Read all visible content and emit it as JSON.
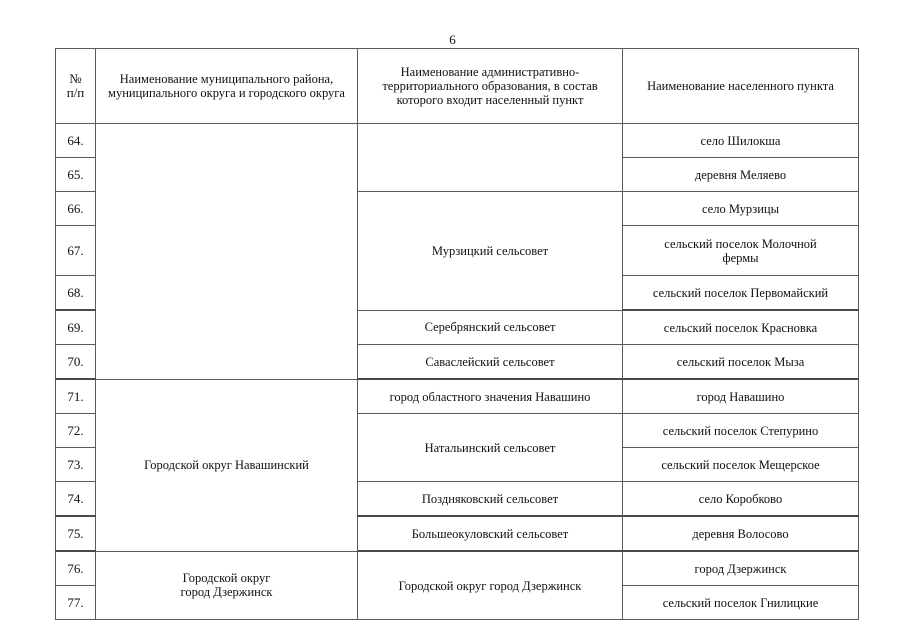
{
  "page": {
    "number": "6"
  },
  "table": {
    "headers": [
      "№\nп/п",
      "Наименование муниципального района, муниципального округа и городского округа",
      "Наименование административно-территориального образования, в состав которого входит населенный пункт",
      "Наименование населенного пункта"
    ],
    "header_num_line1": "№",
    "header_num_line2": "п/п",
    "header_district": "Наименование муниципального района, муниципального округа и городского округа",
    "header_admin": "Наименование административно-территориального образования, в состав которого входит населенный пункт",
    "header_settlement": "Наименование населенного пункта",
    "rows": [
      {
        "num": "64.",
        "district": "",
        "admin": "",
        "settlement": "село Шилокша"
      },
      {
        "num": "65.",
        "district": "",
        "admin": "",
        "settlement": "деревня Меляево"
      },
      {
        "num": "66.",
        "district": "",
        "admin": "Мурзицкий сельсовет",
        "settlement": "село Мурзицы"
      },
      {
        "num": "67.",
        "district": "",
        "admin": "",
        "settlement": "сельский поселок Молочной фермы"
      },
      {
        "num": "68.",
        "district": "",
        "admin": "",
        "settlement": "сельский поселок Первомайский"
      },
      {
        "num": "69.",
        "district": "",
        "admin": "Серебрянский сельсовет",
        "settlement": "сельский поселок Красновка"
      },
      {
        "num": "70.",
        "district": "",
        "admin": "Саваслейский сельсовет",
        "settlement": "сельский поселок Мыза"
      },
      {
        "num": "71.",
        "district": "Городской округ Навашинский",
        "admin": "город областного значения Навашино",
        "settlement": "город Навашино"
      },
      {
        "num": "72.",
        "district": "",
        "admin": "Натальинский сельсовет",
        "settlement": "сельский поселок Степурино"
      },
      {
        "num": "73.",
        "district": "",
        "admin": "",
        "settlement": "сельский поселок Мещерское"
      },
      {
        "num": "74.",
        "district": "",
        "admin": "Поздняковский сельсовет",
        "settlement": "село Коробково"
      },
      {
        "num": "75.",
        "district": "",
        "admin": "Большеокуловский сельсовет",
        "settlement": "деревня Волосово"
      },
      {
        "num": "76.",
        "district": "Городской округ город Дзержинск",
        "admin": "Городской округ город Дзержинск",
        "settlement": "город Дзержинск"
      },
      {
        "num": "77.",
        "district": "",
        "admin": "",
        "settlement": "сельский поселок Гнилицкие"
      }
    ],
    "group_cells": {
      "murzicky_selsovet": "Мурзицкий сельсовет",
      "serebryansky_selsovet": "Серебрянский сельсовет",
      "savasleysky_selsovet": "Саваслейский сельсовет",
      "navashinsky_okrug": "Городской округ Навашинский",
      "navashino_city_admin": "город областного значения Навашино",
      "natalinsky_selsovet": "Натальинский сельсовет",
      "pozdnyakovsky_selsovet": "Поздняковский сельсовет",
      "bolsheokulovsky_selsovet": "Большеокуловский сельсовет",
      "dzerzhinsk_okrug_line1": "Городской округ",
      "dzerzhinsk_okrug_line2": "город Дзержинск",
      "dzerzhinsk_okrug_admin": "Городской округ город Дзержинск"
    },
    "settlements": {
      "s64": "село Шилокша",
      "s65": "деревня Меляево",
      "s66": "село Мурзицы",
      "s67_line1": "сельский поселок Молочной",
      "s67_line2": "фермы",
      "s68": "сельский поселок Первомайский",
      "s69": "сельский поселок Красновка",
      "s70": "сельский поселок Мыза",
      "s71": "город Навашино",
      "s72": "сельский поселок Степурино",
      "s73": "сельский поселок Мещерское",
      "s74": "село Коробково",
      "s75": "деревня Волосово",
      "s76": "город Дзержинск",
      "s77": "сельский поселок Гнилицкие"
    },
    "numbers": {
      "n64": "64.",
      "n65": "65.",
      "n66": "66.",
      "n67": "67.",
      "n68": "68.",
      "n69": "69.",
      "n70": "70.",
      "n71": "71.",
      "n72": "72.",
      "n73": "73.",
      "n74": "74.",
      "n75": "75.",
      "n76": "76.",
      "n77": "77."
    }
  }
}
